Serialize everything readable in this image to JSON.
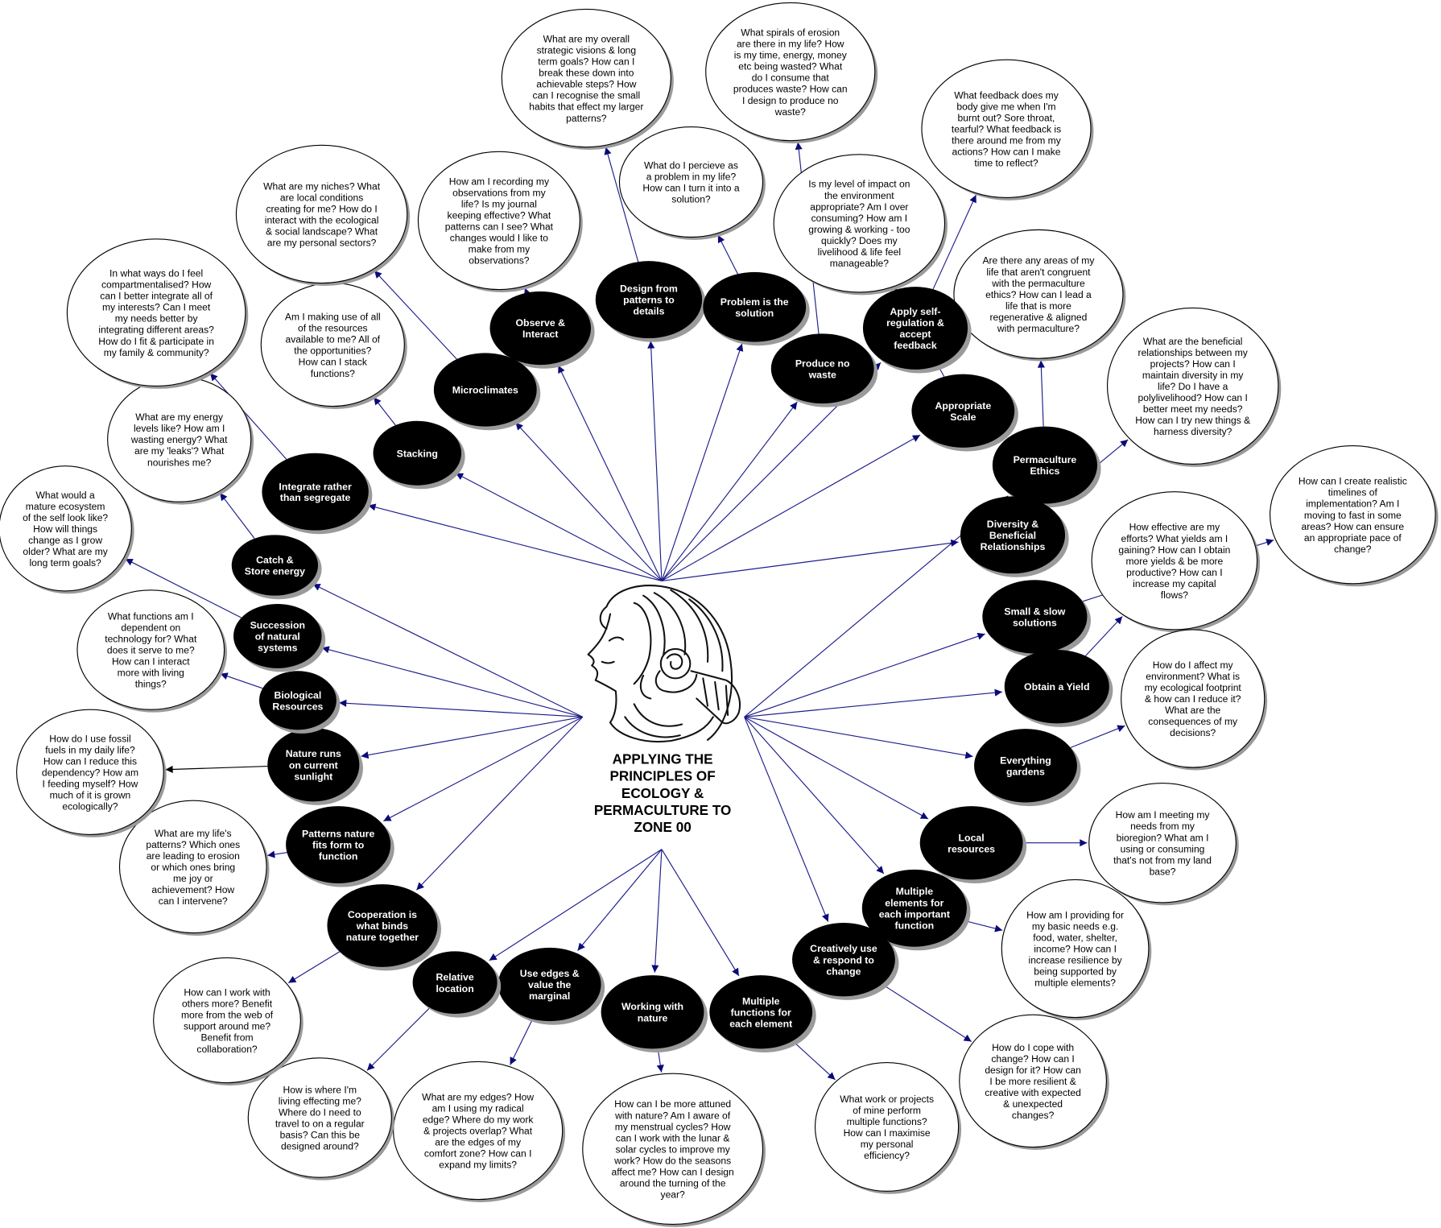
{
  "title": [
    "APPLYING THE",
    "PRINCIPLES OF",
    "ECOLOGY &",
    "PERMACULTURE TO",
    "ZONE 00"
  ],
  "colors": {
    "edge": "#1c1c8a",
    "arrow": "#0a0a78",
    "node": "#000000",
    "bubble": "#ffffff",
    "shadow": "#9a9a9a"
  },
  "central_image_icon": "woman-profile-with-rose-illustration",
  "principles": [
    {
      "label": [
        "Observe &",
        "Interact"
      ],
      "question": [
        "How am I recording my",
        "observations from my",
        "life? Is my journal",
        "keeping effective? What",
        "patterns can I see? What",
        "changes would I like to",
        "make from my",
        "observations?"
      ]
    },
    {
      "label": [
        "Design from",
        "patterns to",
        "details"
      ],
      "question": [
        "What are my overall",
        "strategic visions & long",
        "term goals? How can I",
        "break these down into",
        "achievable steps? How",
        "can I recognise the small",
        "habits that effect my larger",
        "patterns?"
      ]
    },
    {
      "label": [
        "Problem is the",
        "solution"
      ],
      "question": [
        "What do I percieve as",
        "a problem in my life?",
        "How can I turn it into a",
        "solution?"
      ]
    },
    {
      "label": [
        "Produce no",
        "waste"
      ],
      "question": [
        "What spirals of erosion",
        "are there in my life? How",
        "is my time, energy, money",
        "etc being wasted? What",
        "do I consume that",
        "produces waste? How can",
        "I design to produce no",
        "waste?"
      ]
    },
    {
      "label": [
        "Apply self-",
        "regulation &",
        "accept",
        "feedback"
      ],
      "question": [
        "What feedback does my",
        "body give me when I'm",
        "burnt out? Sore throat,",
        "tearful? What feedback is",
        "there around me from my",
        "actions? How can I make",
        "time to reflect?"
      ]
    },
    {
      "label": [
        "Appropriate",
        "Scale"
      ],
      "question": [
        "Is my level of impact on",
        "the environment",
        "appropriate? Am I over",
        "consuming? How am I",
        "growing & working - too",
        "quickly? Does my",
        "livelihood & life feel",
        "manageable?"
      ]
    },
    {
      "label": [
        "Permaculture",
        "Ethics"
      ],
      "question": [
        "Are there any areas of my",
        "life that aren't congruent",
        "with the permaculture",
        "ethics? How can I lead a",
        "life that is more",
        "regenerative & aligned",
        "with permaculture?"
      ]
    },
    {
      "label": [
        "Diversity &",
        "Beneficial",
        "Relationships"
      ],
      "question": [
        "What are the beneficial",
        "relationships between my",
        "projects? How can I",
        "maintain diversity in my",
        "life? Do I have a",
        "polylivelihood? How can I",
        "better meet my needs?",
        "How can I try new things &",
        "harness diversity?"
      ]
    },
    {
      "label": [
        "Small & slow",
        "solutions"
      ],
      "question": [
        "How can I create realistic",
        "timelines of",
        "implementation? Am I",
        "moving to fast in some",
        "areas? How can ensure",
        "an appropriate pace of",
        "change?"
      ]
    },
    {
      "label": [
        "Obtain a Yield"
      ],
      "question": [
        "How effective are my",
        "efforts? What yields am I",
        "gaining? How can I obtain",
        "more yields & be more",
        "productive? How can I",
        "increase my capital",
        "flows?"
      ]
    },
    {
      "label": [
        "Everything",
        "gardens"
      ],
      "question": [
        "How do I affect my",
        "environment? What is",
        "my ecological footprint",
        "& how can I reduce it?",
        "What are the",
        "consequences of my",
        "decisions?"
      ]
    },
    {
      "label": [
        "Local",
        "resources"
      ],
      "question": [
        "How am I meeting my",
        "needs from my",
        "bioregion? What am I",
        "using or consuming",
        "that's not from my land",
        "base?"
      ]
    },
    {
      "label": [
        "Multiple",
        "elements for",
        "each important",
        "function"
      ],
      "question": [
        "How am I providing for",
        "my basic needs e.g.",
        "food, water, shelter,",
        "income? How can I",
        "increase resilience by",
        "being supported by",
        "multiple elements?"
      ]
    },
    {
      "label": [
        "Creatively use",
        "& respond to",
        "change"
      ],
      "question": [
        "How do I cope with",
        "change? How can I",
        "design for it? How can",
        "I be more resilient &",
        "creative with expected",
        "& unexpected",
        "changes?"
      ]
    },
    {
      "label": [
        "Multiple",
        "functions for",
        "each element"
      ],
      "question": [
        "What work or projects",
        "of mine perform",
        "multiple functions?",
        "How can I maximise",
        "my personal",
        "efficiency?"
      ]
    },
    {
      "label": [
        "Working with",
        "nature"
      ],
      "question": [
        "How can I be more attuned",
        "with nature? Am I aware of",
        "my menstrual cycles? How",
        "can I work with the lunar &",
        "solar cycles to improve my",
        "work? How do the seasons",
        "affect me? How can I design",
        "around the turning of the",
        "year?"
      ]
    },
    {
      "label": [
        "Use edges &",
        "value the",
        "marginal"
      ],
      "question": [
        "What are my edges? How",
        "am I using my radical",
        "edge? Where do my work",
        "& projects overlap? What",
        "are the edges of my",
        "comfort zone? How can I",
        "expand my limits?"
      ]
    },
    {
      "label": [
        "Relative",
        "location"
      ],
      "question": [
        "How is where I'm",
        "living effecting me?",
        "Where do I need to",
        "travel to on a regular",
        "basis? Can this be",
        "designed around?"
      ]
    },
    {
      "label": [
        "Cooperation is",
        "what binds",
        "nature together"
      ],
      "question": [
        "How can I work with",
        "others more? Benefit",
        "more from the web of",
        "support around me?",
        "Benefit from",
        "collaboration?"
      ]
    },
    {
      "label": [
        "Patterns nature",
        "fits form to",
        "function"
      ],
      "question": [
        "What are my life's",
        "patterns? Which ones",
        "are leading to erosion",
        "or which ones bring",
        "me joy or",
        "achievement? How",
        "can I intervene?"
      ]
    },
    {
      "label": [
        "Nature runs",
        "on current",
        "sunlight"
      ],
      "question": [
        "How do I use fossil",
        "fuels in my daily life?",
        "How can I reduce this",
        "dependency? How am",
        "I feeding myself? How",
        "much of it is grown",
        "ecologically?"
      ]
    },
    {
      "label": [
        "Biological",
        "Resources"
      ],
      "question": [
        "What functions am I",
        "dependent on",
        "technology for? What",
        "does it serve to me?",
        "How can I interact",
        "more with living",
        "things?"
      ]
    },
    {
      "label": [
        "Succession",
        "of natural",
        "systems"
      ],
      "question": [
        "What would a",
        "mature ecosystem",
        "of the self look like?",
        "How will things",
        "change as I grow",
        "older? What are my",
        "long term goals?"
      ]
    },
    {
      "label": [
        "Catch &",
        "Store energy"
      ],
      "question": [
        "What are my energy",
        "levels like? How am I",
        "wasting energy? What",
        "are my 'leaks'? What",
        "nourishes me?"
      ]
    },
    {
      "label": [
        "Integrate rather",
        "than segregate"
      ],
      "question": [
        "In what ways do I feel",
        "compartmentalised? How",
        "can I better integrate all of",
        "my interests? Can I meet",
        "my needs better by",
        "integrating different areas?",
        "How do I fit & participate in",
        "my family & community?"
      ]
    },
    {
      "label": [
        "Stacking"
      ],
      "question": [
        "Am I making use of all",
        "of the resources",
        "available to me? All of",
        "the opportunities?",
        "How can I stack",
        "functions?"
      ]
    },
    {
      "label": [
        "Microclimates"
      ],
      "question": [
        "What are my niches? What",
        "are local conditions",
        "creating for me? How do I",
        "interact with the ecological",
        "& social landscape? What",
        "are my personal sectors?"
      ]
    }
  ]
}
